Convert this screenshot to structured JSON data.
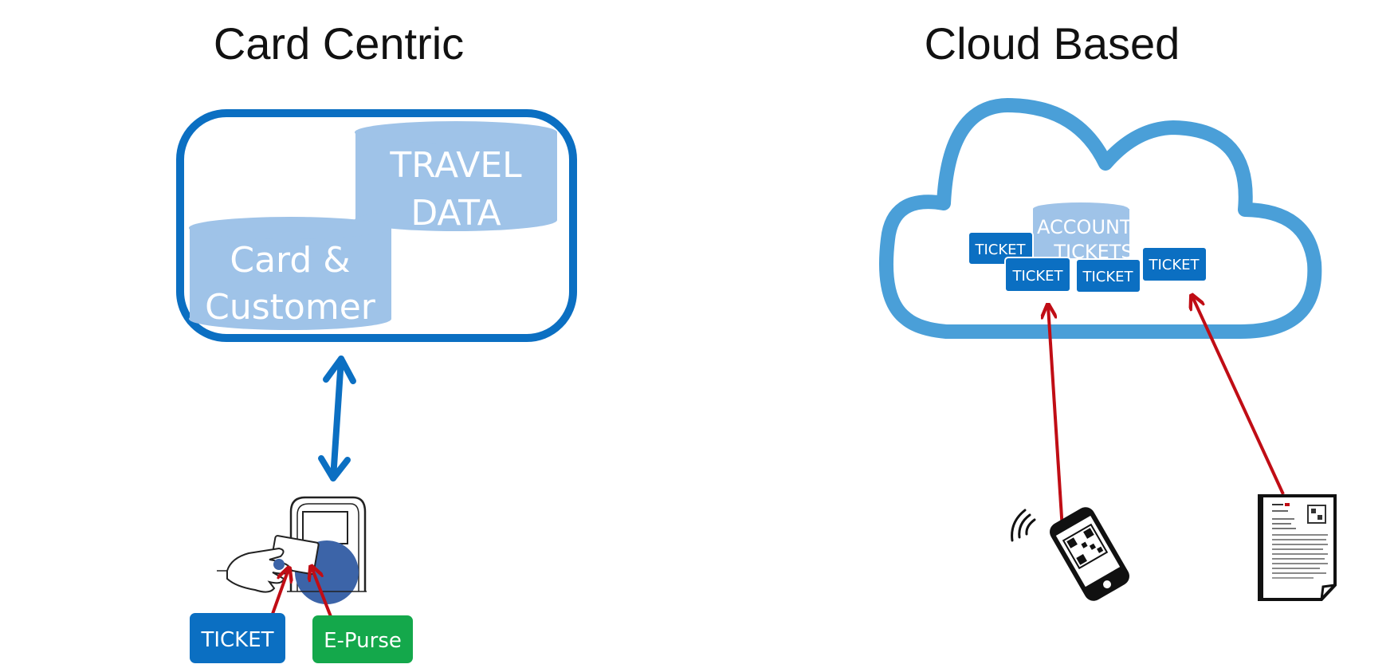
{
  "card_centric": {
    "title": "Card Centric",
    "databases": {
      "travel_line1": "TRAVEL",
      "travel_line2": "DATA",
      "card_line1": "Card &",
      "card_line2": "Customer"
    },
    "chips": {
      "ticket": "TICKET",
      "epurse": "E-Purse"
    }
  },
  "cloud_based": {
    "title": "Cloud Based",
    "database": {
      "line1": "ACCOUNTS/",
      "line2": "TICKETS"
    },
    "tickets": [
      "TICKET",
      "TICKET",
      "TICKET",
      "TICKET"
    ]
  },
  "colors": {
    "dark_blue": "#0b6fc2",
    "light_blue": "#9fc3e8",
    "cloud_blue": "#4a9fd8",
    "red": "#c00d15",
    "green": "#14a84b"
  }
}
